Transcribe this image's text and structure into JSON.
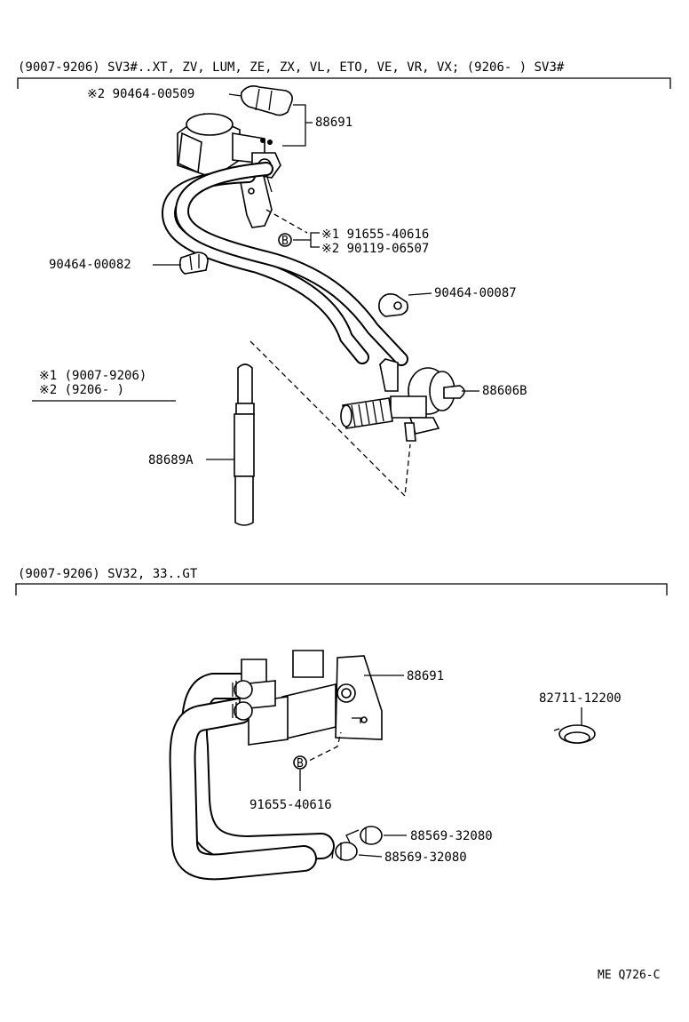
{
  "section1": {
    "header": "(9007-9206) SV3#..XT, ZV, LUM, ZE, ZX, VL, ETO, VE, VR, VX; (9206-        ) SV3#",
    "parts": {
      "clamp_top": "※2  90464-00509",
      "vsv": "88691",
      "bolt_1": "※1  91655-40616",
      "bolt_2": "※2  90119-06507",
      "clamp_left": "90464-00082",
      "clamp_right": "90464-00087",
      "valve": "88606B",
      "hose": "88689A"
    },
    "legend": {
      "note1": "※1  (9007-9206)",
      "note2": "※2  (9206-      )"
    }
  },
  "section2": {
    "header": "(9007-9206) SV32, 33..GT",
    "parts": {
      "vsv": "88691",
      "clamp_single": "82711-12200",
      "bolt": "91655-40616",
      "clip_1": "88569-32080",
      "clip_2": "88569-32080"
    }
  },
  "footer": {
    "code": "ME Q726-C"
  },
  "markers": {
    "bolt_symbol": "B"
  }
}
